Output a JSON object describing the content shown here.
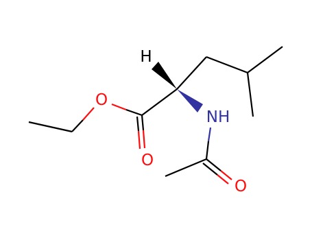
{
  "colors": {
    "background": "#ffffff",
    "bond": "#000000",
    "oxygen": "#ff0d0d",
    "nitrogen": "#3232a0",
    "hydrogen": "#000000"
  },
  "atoms": {
    "hydrogen": {
      "label": "H"
    },
    "ester_oxygen": {
      "label": "O"
    },
    "carbonyl_oxygen": {
      "label": "O"
    },
    "amide_nitrogen": {
      "label": "NH"
    },
    "amide_oxygen": {
      "label": "O"
    }
  }
}
